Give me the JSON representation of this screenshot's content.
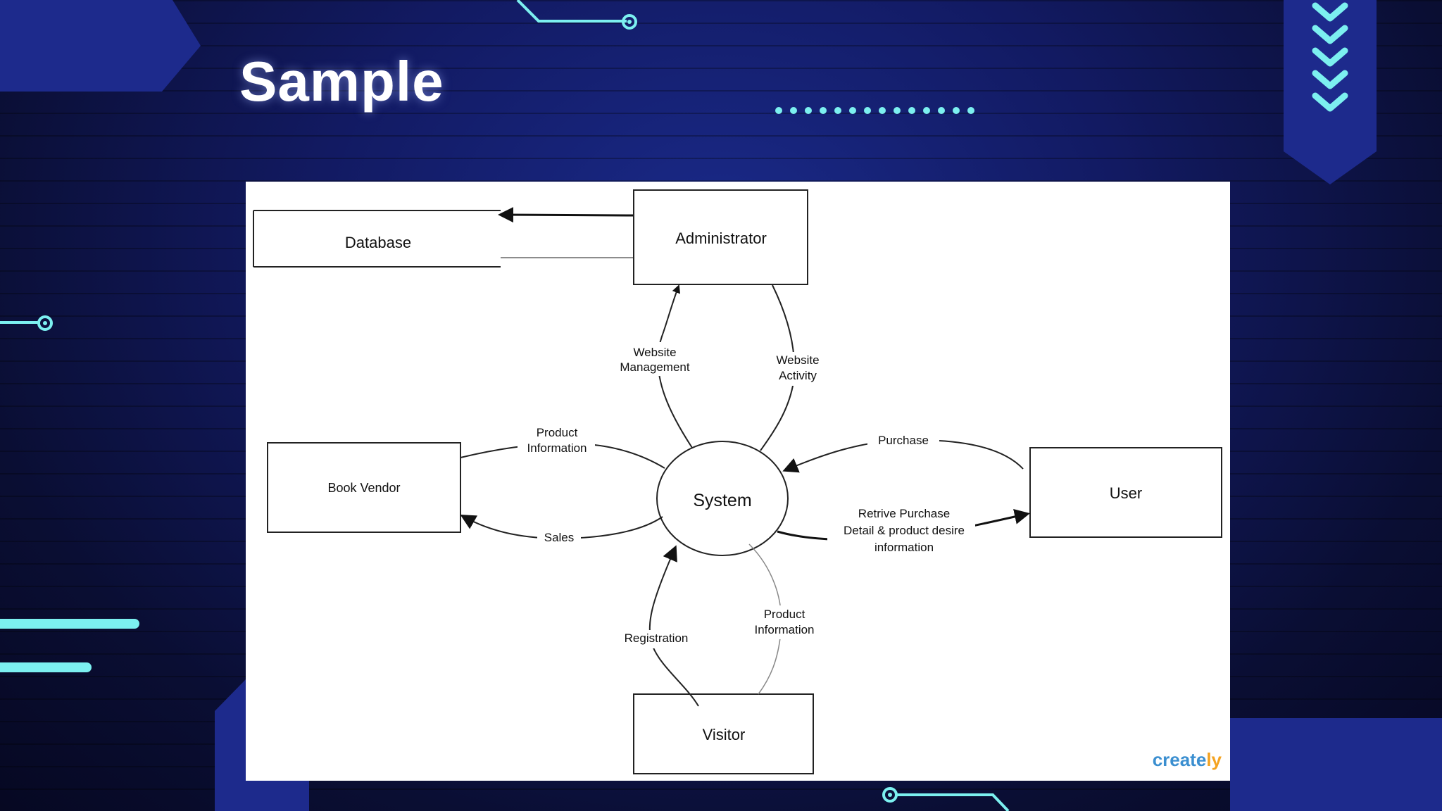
{
  "slide": {
    "title": "Sample"
  },
  "theme": {
    "background": "#0b0f3a",
    "accent": "#7cf0f0",
    "panel_blue": "#1d2a8c",
    "diagram_bg": "#ffffff",
    "diagram_line": "#222222"
  },
  "diagram": {
    "entities": {
      "database": "Database",
      "administrator": "Administrator",
      "book_vendor": "Book Vendor",
      "system": "System",
      "user": "User",
      "visitor": "Visitor"
    },
    "flows": {
      "website_management": [
        "Website",
        "Management"
      ],
      "website_activity": [
        "Website",
        "Activity"
      ],
      "product_information_vendor": [
        "Product",
        "Information"
      ],
      "sales": "Sales",
      "purchase": "Purchase",
      "retrive_purchase": [
        "Retrive Purchase",
        "Detail & product desire",
        "information"
      ],
      "registration": "Registration",
      "product_information_visitor": [
        "Product",
        "Information"
      ]
    },
    "watermark": {
      "brand_main": "create",
      "brand_accent": "ly"
    }
  }
}
